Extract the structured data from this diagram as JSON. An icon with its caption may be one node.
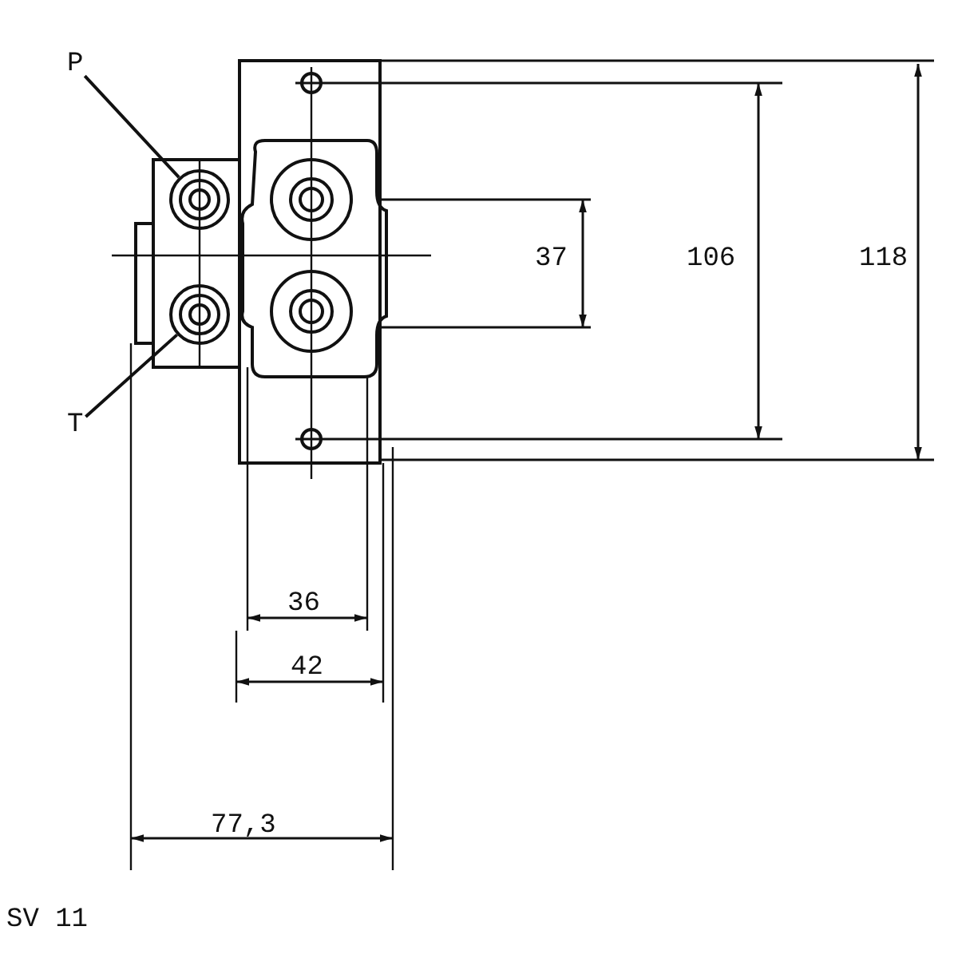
{
  "diagram": {
    "caption": "SV 11",
    "nodes": [
      {
        "text": [
          "P"
        ]
      },
      {
        "text": [],
        "shape": "circle"
      },
      {
        "text": [
          "T"
        ]
      },
      {
        "text": [],
        "shape": "circle"
      }
    ],
    "edges": [
      {
        "from": 0,
        "to": 1,
        "arrow": "none"
      },
      {
        "from": 2,
        "to": 3,
        "arrow": "none"
      }
    ],
    "labels": [
      "37",
      "106",
      "118",
      "36",
      "42",
      "77,3"
    ]
  }
}
